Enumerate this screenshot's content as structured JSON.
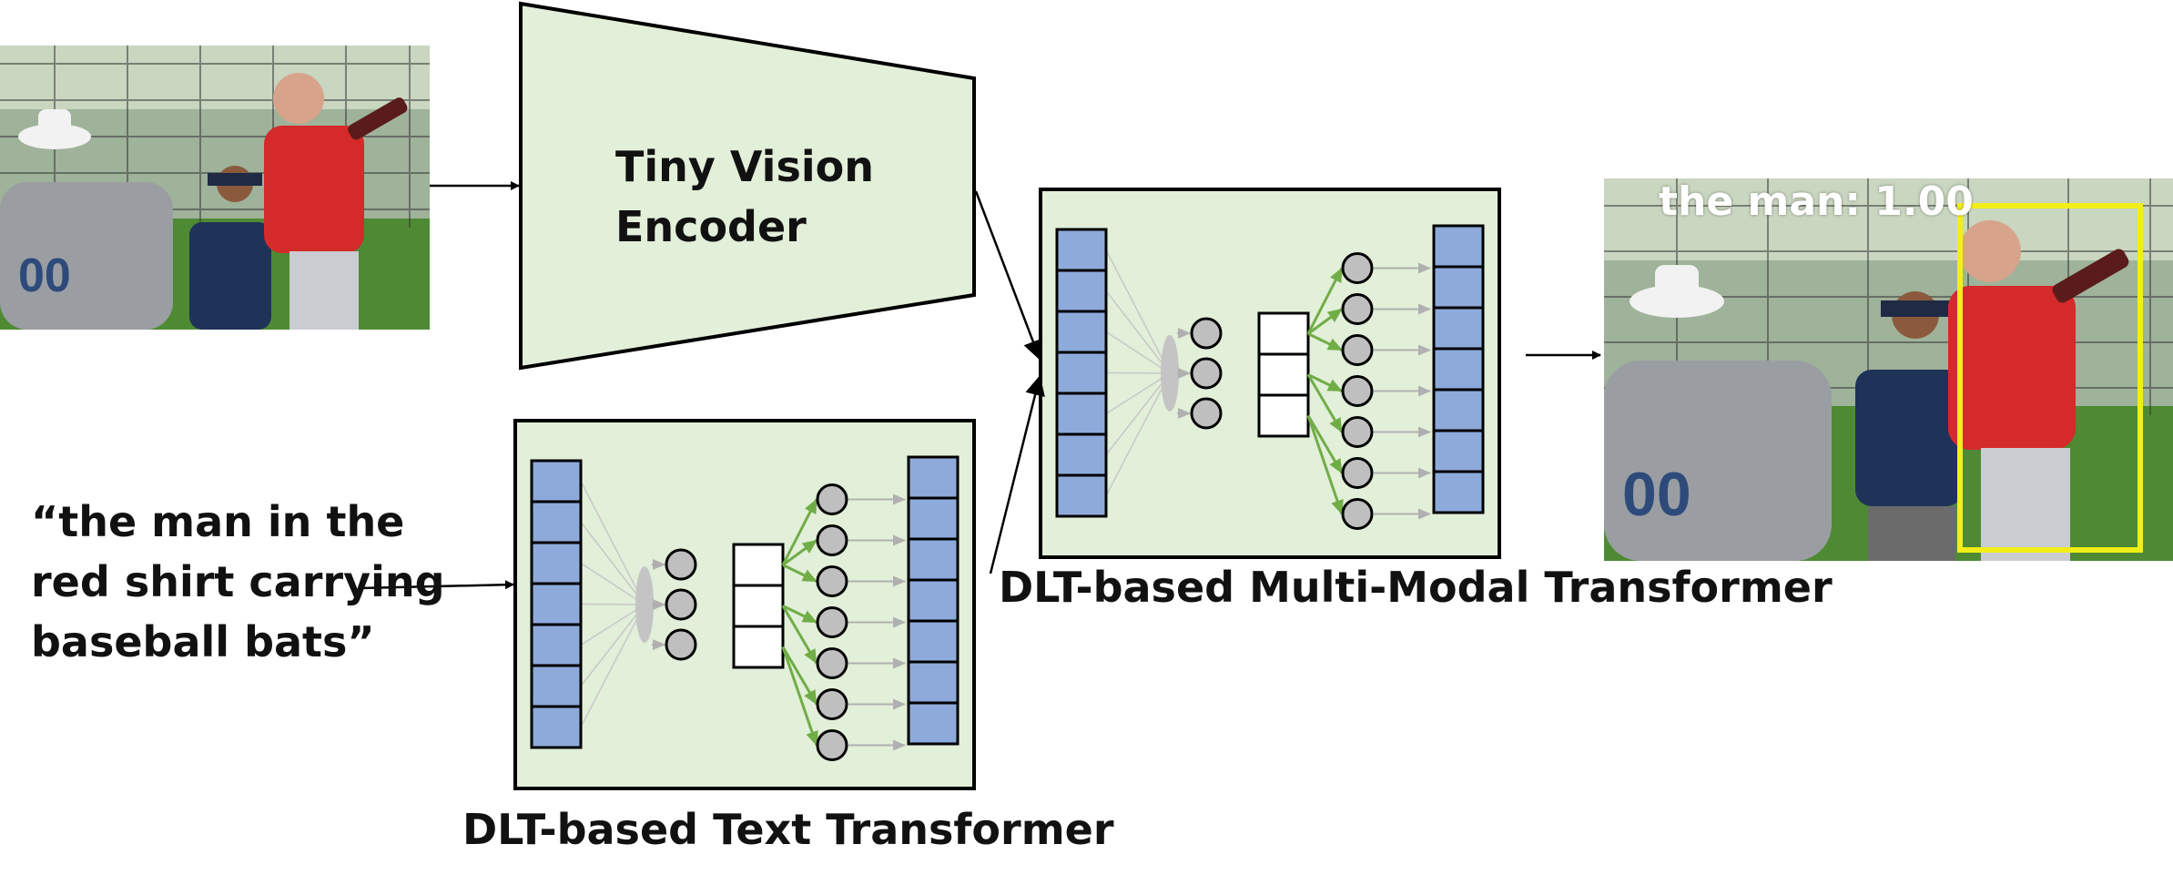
{
  "encoder": {
    "line1": "Tiny Vision",
    "line2": "Encoder"
  },
  "query": {
    "line1": "“the man in the",
    "line2": "red shirt carrying",
    "line3": "baseball bats”"
  },
  "text_transformer": {
    "title": "DLT-based Text Transformer"
  },
  "multimodal_transformer": {
    "title": "DLT-based Multi-Modal Transformer"
  },
  "detection": {
    "label": "the man: 1.00",
    "box_color": "#f2ee1a"
  },
  "colors": {
    "panel_fill": "#e2efd9",
    "token_fill": "#8eaadb",
    "node_fill": "#bfbfbf",
    "arrow_green": "#70ad47",
    "arrow_gray": "#a6a6a6"
  },
  "icons": [
    "arrow-icon",
    "neural-node-icon",
    "token-cell-icon"
  ]
}
